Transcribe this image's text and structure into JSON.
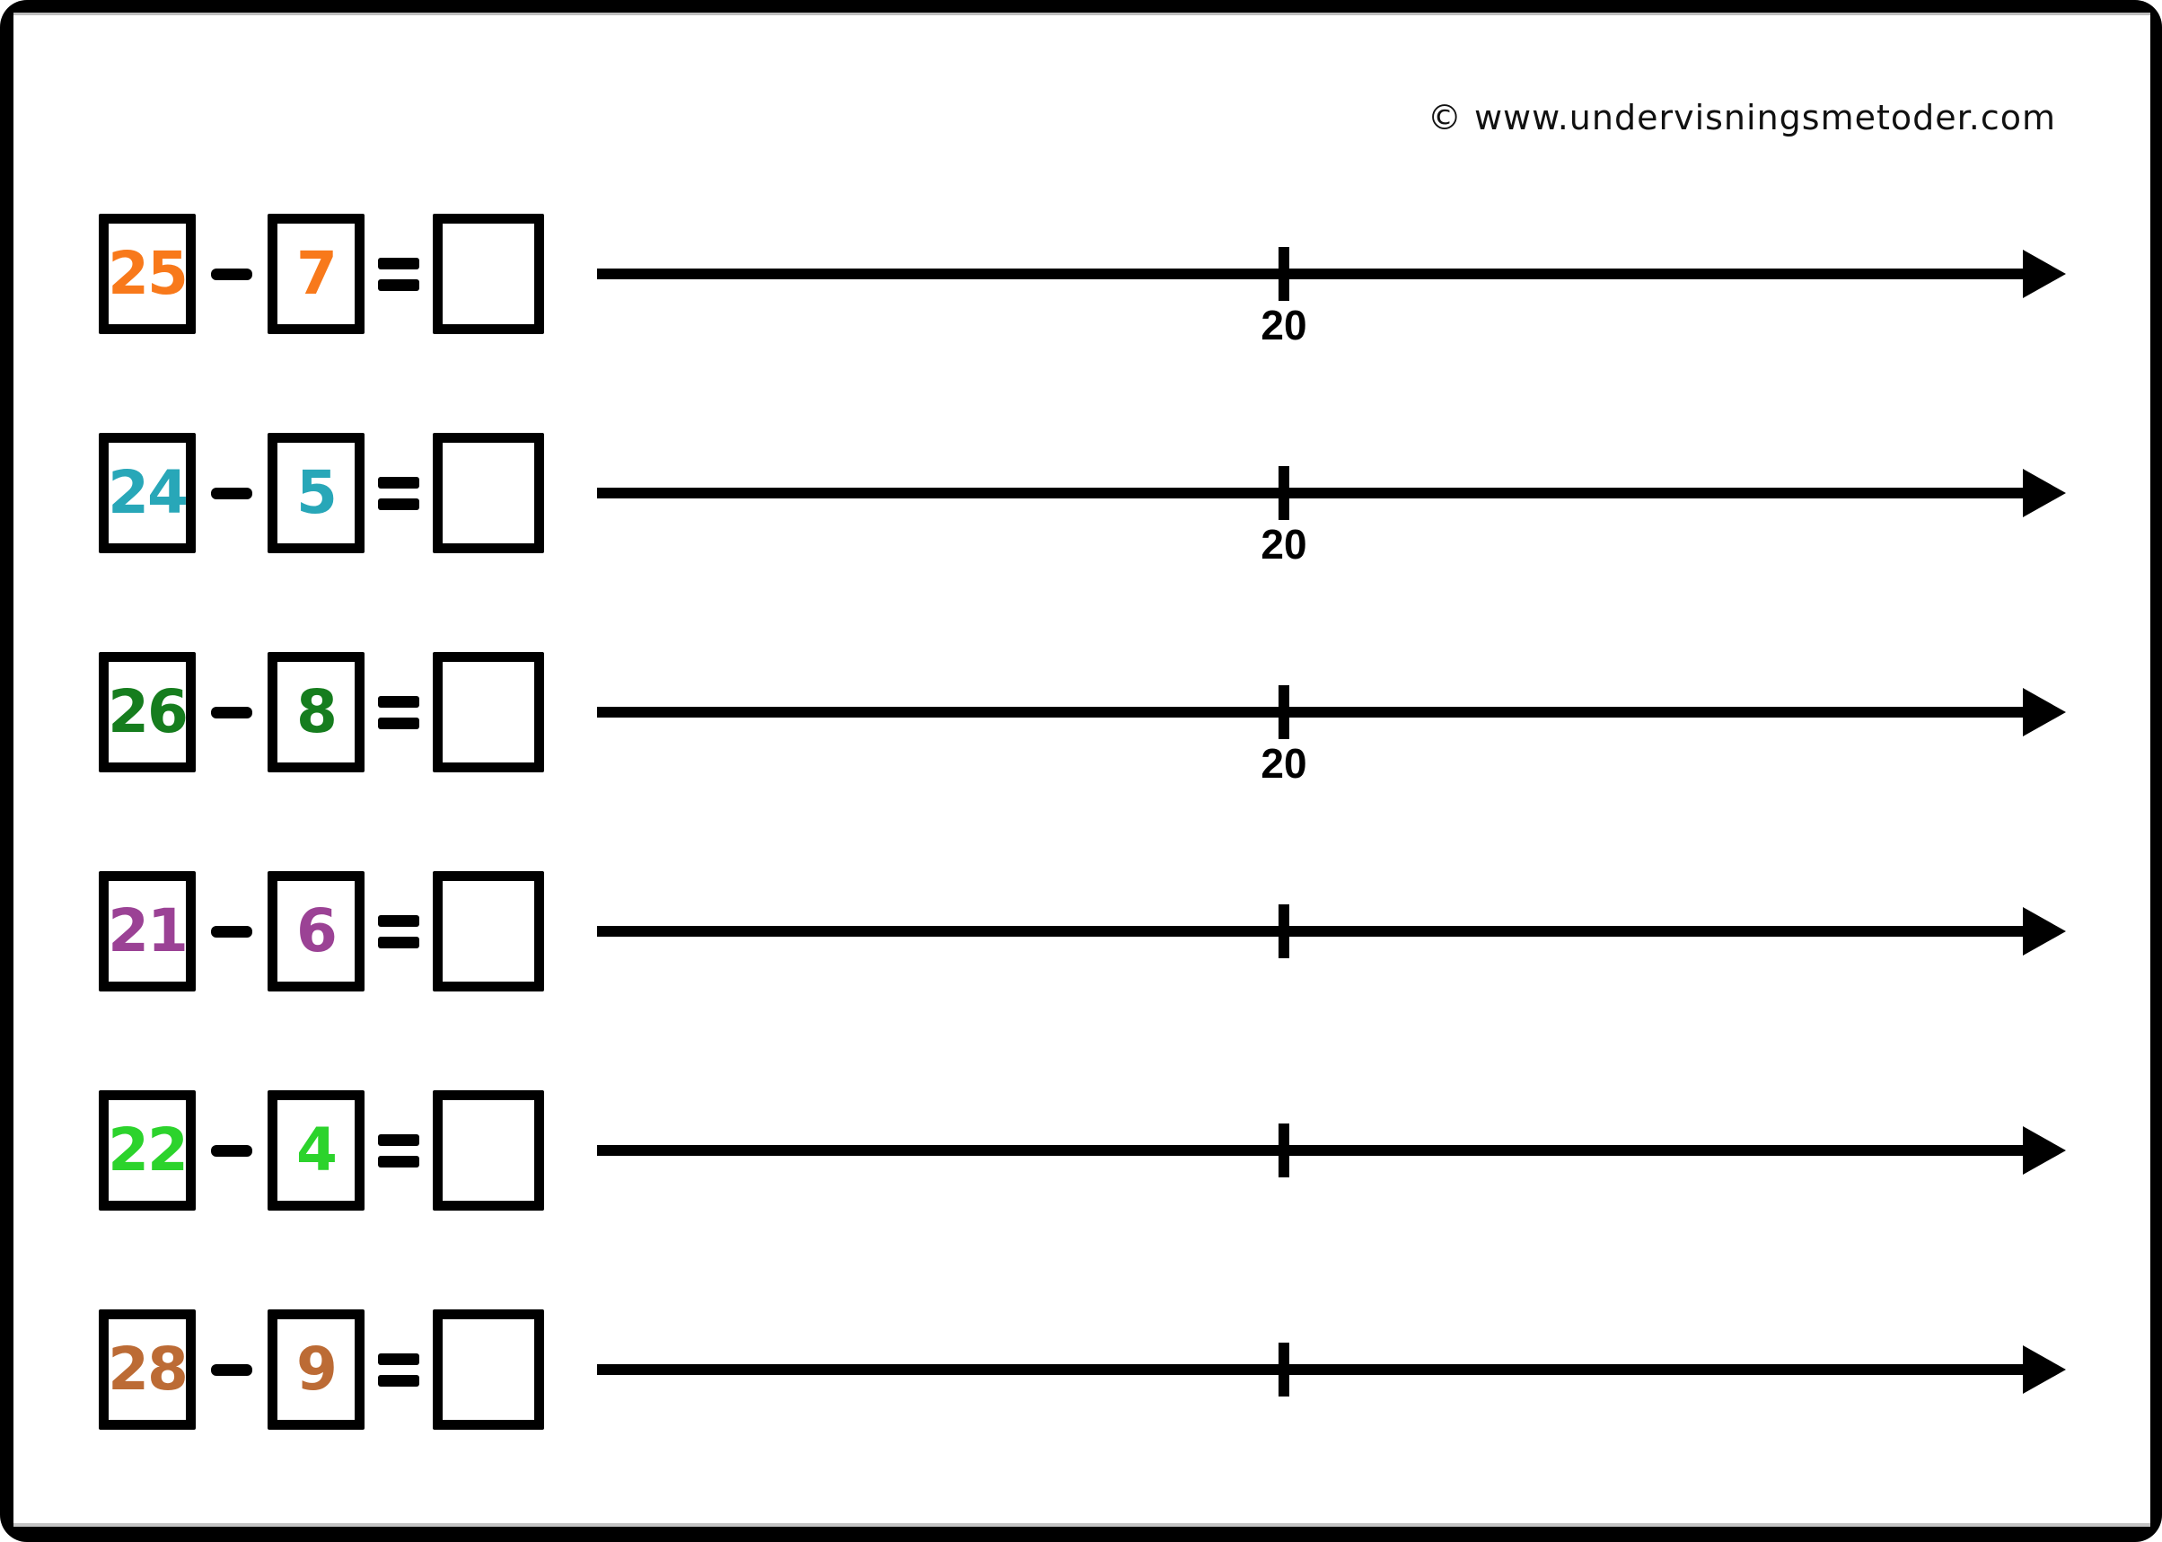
{
  "page": {
    "copyright": "© www.undervisningsmetoder.com",
    "frame_color": "#000000",
    "paper_color": "#ffffff",
    "line_color": "#000000"
  },
  "rows": [
    {
      "minuend": "25",
      "operator": "−",
      "subtrahend": "7",
      "equals": "=",
      "answer": "",
      "color": "#f8791b",
      "tick_label": "20"
    },
    {
      "minuend": "24",
      "operator": "−",
      "subtrahend": "5",
      "equals": "=",
      "answer": "",
      "color": "#28a7b8",
      "tick_label": "20"
    },
    {
      "minuend": "26",
      "operator": "−",
      "subtrahend": "8",
      "equals": "=",
      "answer": "",
      "color": "#167d1e",
      "tick_label": "20"
    },
    {
      "minuend": "21",
      "operator": "−",
      "subtrahend": "6",
      "equals": "=",
      "answer": "",
      "color": "#9b4295",
      "tick_label": ""
    },
    {
      "minuend": "22",
      "operator": "−",
      "subtrahend": "4",
      "equals": "=",
      "answer": "",
      "color": "#2cd32c",
      "tick_label": ""
    },
    {
      "minuend": "28",
      "operator": "−",
      "subtrahend": "9",
      "equals": "=",
      "answer": "",
      "color": "#bc6b35",
      "tick_label": ""
    }
  ]
}
